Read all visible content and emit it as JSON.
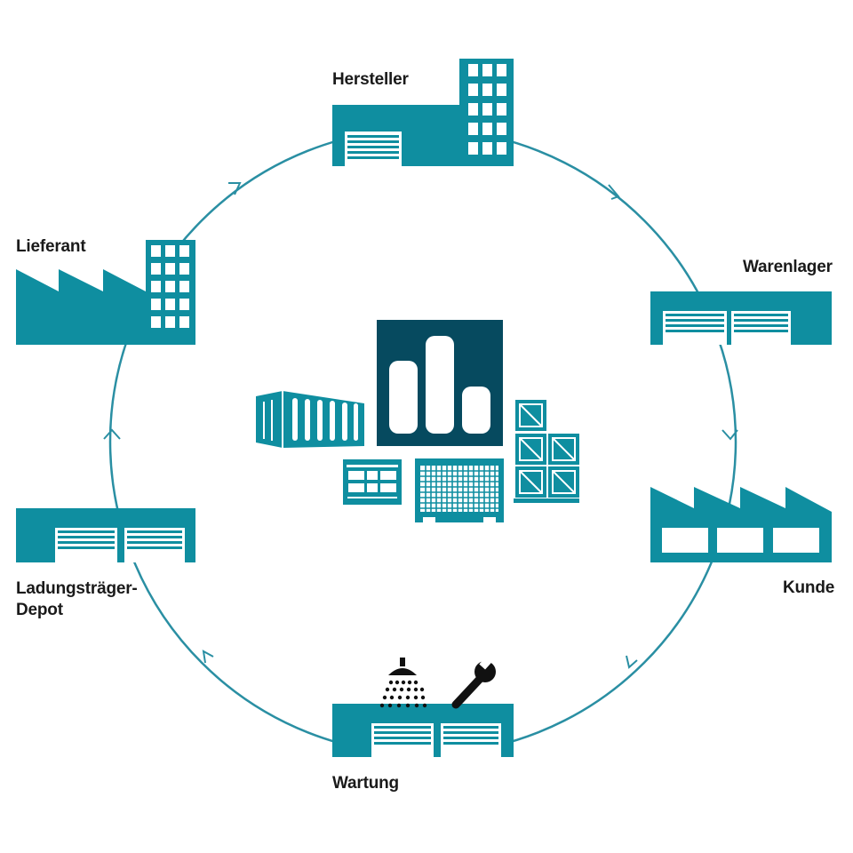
{
  "colors": {
    "teal": "#0f8ea0",
    "navy": "#064a5f",
    "circle": "#2a8fa3",
    "text": "#1a1a1a",
    "tool": "#111111"
  },
  "stations": {
    "hersteller": {
      "label": "Hersteller",
      "icon": "factory-with-tower-icon"
    },
    "warenlager": {
      "label": "Warenlager",
      "icon": "warehouse-icon"
    },
    "kunde": {
      "label": "Kunde",
      "icon": "sawtooth-factory-icon"
    },
    "wartung": {
      "label": "Wartung",
      "icon": "maintenance-hall-icon",
      "tools": [
        "shower-icon",
        "wrench-icon"
      ]
    },
    "depot": {
      "label_line1": "Ladungsträger-",
      "label_line2": "Depot",
      "icon": "depot-hall-icon"
    },
    "lieferant": {
      "label": "Lieferant",
      "icon": "supplier-factory-icon"
    }
  },
  "center": {
    "items": [
      "logistics-hub-icon",
      "shipping-container-icon",
      "cargo-box-icon",
      "mesh-cage-icon",
      "crate-stack-icon"
    ]
  },
  "cycle": {
    "direction": "clockwise",
    "arrows": 6
  }
}
